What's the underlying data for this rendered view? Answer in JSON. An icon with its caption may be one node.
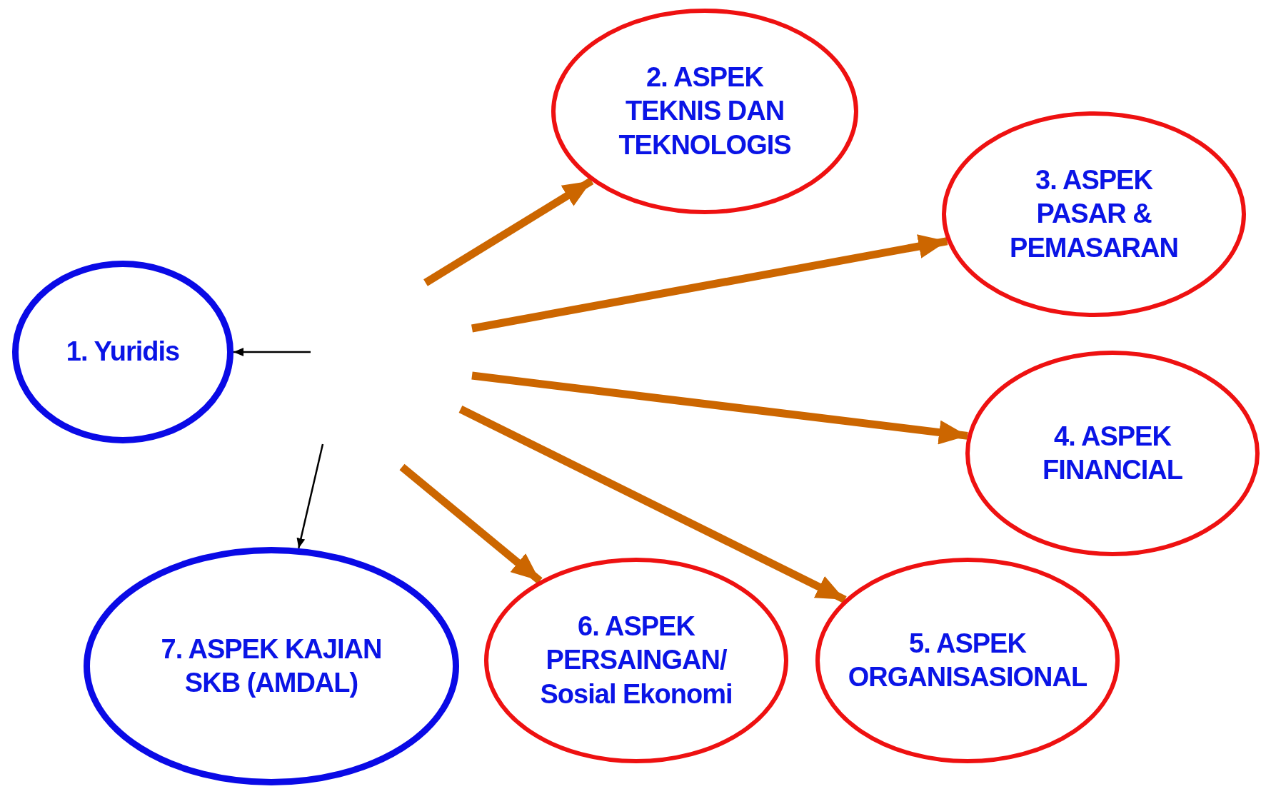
{
  "diagram": {
    "nodes": [
      {
        "text": [
          "1. Yuridis"
        ]
      },
      {
        "text": [
          "2. ASPEK TEKNIS DAN TEKNOLOGIS"
        ]
      },
      {
        "text": [
          "3. ASPEK PASAR & PEMASARAN"
        ]
      },
      {
        "text": [
          "4. ASPEK FINANCIAL"
        ]
      },
      {
        "text": [
          "5. ASPEK ORGANISASIONAL"
        ]
      },
      {
        "text": [
          "6. ASPEK PERSAINGAN/ Sosial Ekonomi"
        ]
      },
      {
        "text": [
          "7. ASPEK KAJIAN SKB (AMDAL)"
        ]
      }
    ],
    "edges": [
      {
        "from": null,
        "to": 0,
        "arrow": "to",
        "color": "#000000"
      },
      {
        "from": null,
        "to": 1,
        "arrow": "to"
      },
      {
        "from": null,
        "to": 2,
        "arrow": "to"
      },
      {
        "from": null,
        "to": 3,
        "arrow": "to"
      },
      {
        "from": null,
        "to": 4,
        "arrow": "to"
      },
      {
        "from": null,
        "to": 5,
        "arrow": "to"
      },
      {
        "from": null,
        "to": 6,
        "arrow": "to",
        "color": "#000000"
      }
    ]
  }
}
